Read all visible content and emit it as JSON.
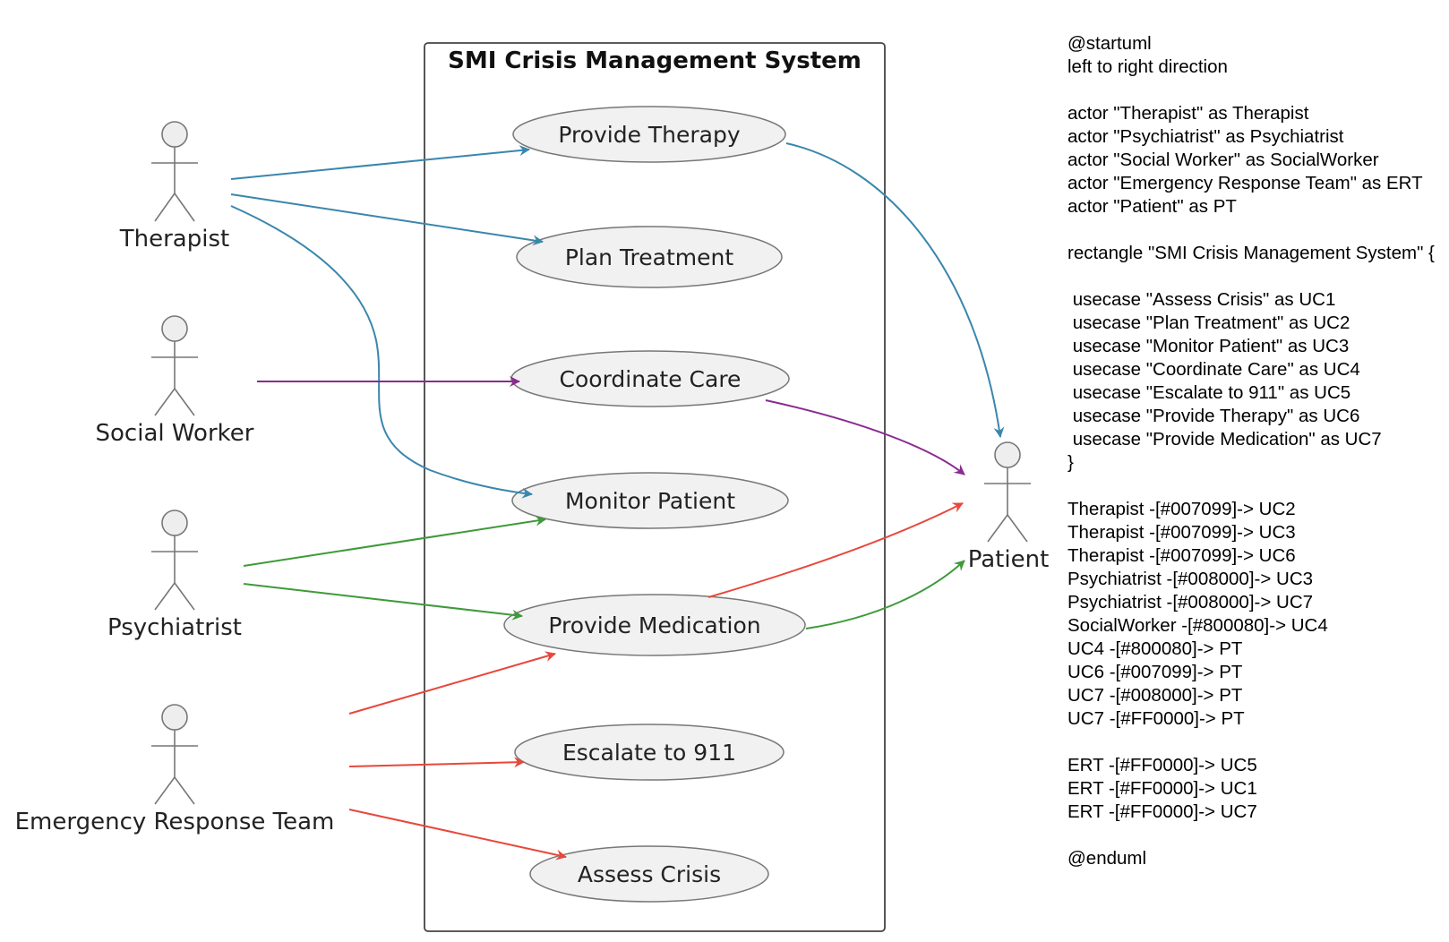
{
  "system": {
    "title": "SMI Crisis Management System"
  },
  "actors": {
    "therapist": {
      "label": "Therapist"
    },
    "social_worker": {
      "label": "Social Worker"
    },
    "psychiatrist": {
      "label": "Psychiatrist"
    },
    "ert": {
      "label": "Emergency Response Team"
    },
    "patient": {
      "label": "Patient"
    }
  },
  "use_cases": {
    "uc6": {
      "label": "Provide Therapy"
    },
    "uc2": {
      "label": "Plan Treatment"
    },
    "uc4": {
      "label": "Coordinate Care"
    },
    "uc3": {
      "label": "Monitor Patient"
    },
    "uc7": {
      "label": "Provide Medication"
    },
    "uc5": {
      "label": "Escalate to 911"
    },
    "uc1": {
      "label": "Assess Crisis"
    }
  },
  "colors": {
    "therapist": "#3a86ad",
    "psychiatrist": "#3f9a3a",
    "social_worker": "#8a2a91",
    "ert": "#e8473b",
    "usecase_fill": "#f1f1f1",
    "outline": "#555555"
  },
  "code_lines": [
    "@startuml",
    "left to right direction",
    "",
    "actor \"Therapist\" as Therapist",
    "actor \"Psychiatrist\" as Psychiatrist",
    "actor \"Social Worker\" as SocialWorker",
    "actor \"Emergency Response Team\" as ERT",
    "actor \"Patient\" as PT",
    "",
    "rectangle \"SMI Crisis Management System\" {",
    "",
    " usecase \"Assess Crisis\" as UC1",
    " usecase \"Plan Treatment\" as UC2",
    " usecase \"Monitor Patient\" as UC3",
    " usecase \"Coordinate Care\" as UC4",
    " usecase \"Escalate to 911\" as UC5",
    " usecase \"Provide Therapy\" as UC6",
    " usecase \"Provide Medication\" as UC7",
    "}",
    "",
    "Therapist -[#007099]-> UC2",
    "Therapist -[#007099]-> UC3",
    "Therapist -[#007099]-> UC6",
    "Psychiatrist -[#008000]-> UC3",
    "Psychiatrist -[#008000]-> UC7",
    "SocialWorker -[#800080]-> UC4",
    "UC4 -[#800080]-> PT",
    "UC6 -[#007099]-> PT",
    "UC7 -[#008000]-> PT",
    "UC7 -[#FF0000]-> PT",
    "",
    "ERT -[#FF0000]-> UC5",
    "ERT -[#FF0000]-> UC1",
    "ERT -[#FF0000]-> UC7",
    "",
    "@enduml"
  ]
}
